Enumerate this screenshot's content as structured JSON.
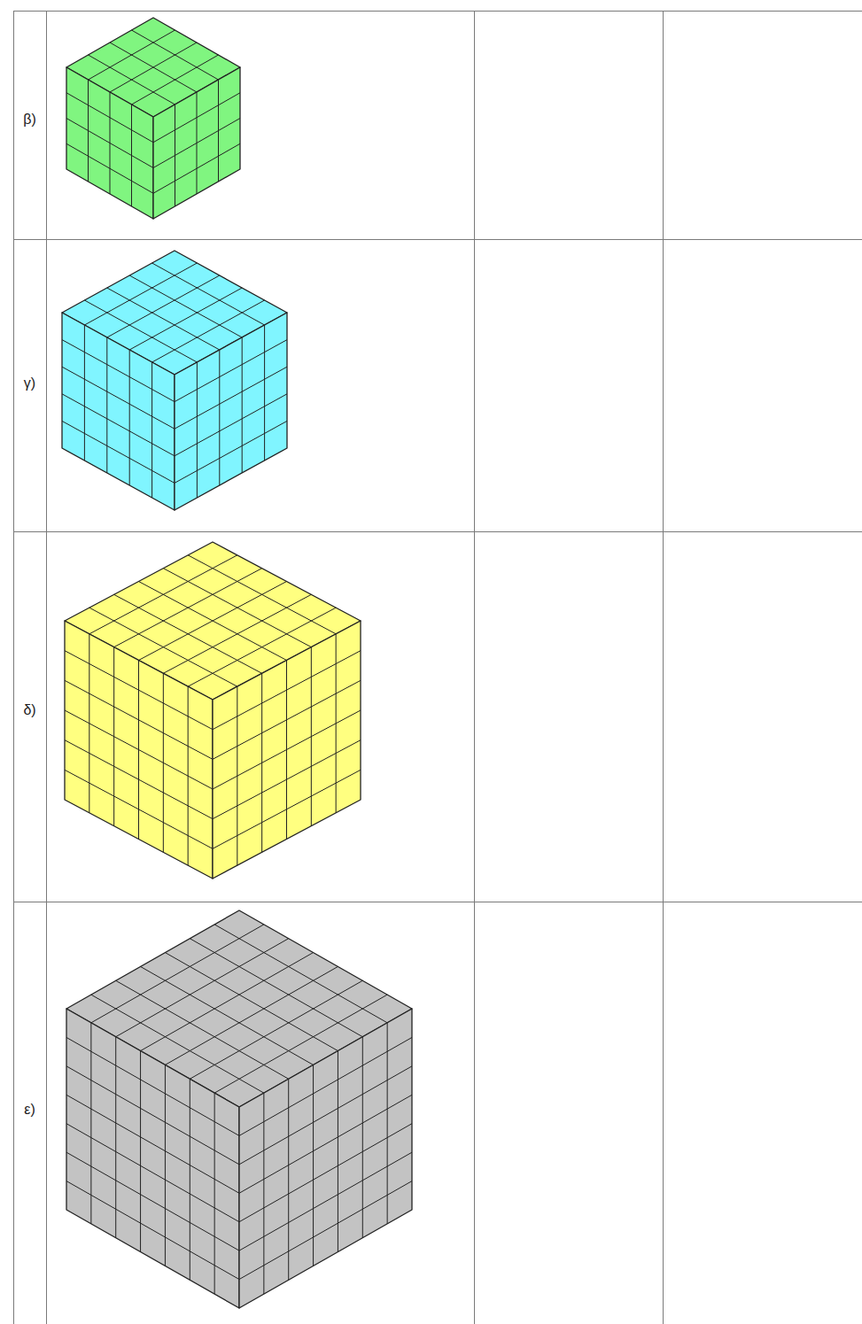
{
  "diagram": {
    "labels": [
      "β)",
      "γ)",
      "δ)",
      "ε)"
    ]
  }
}
